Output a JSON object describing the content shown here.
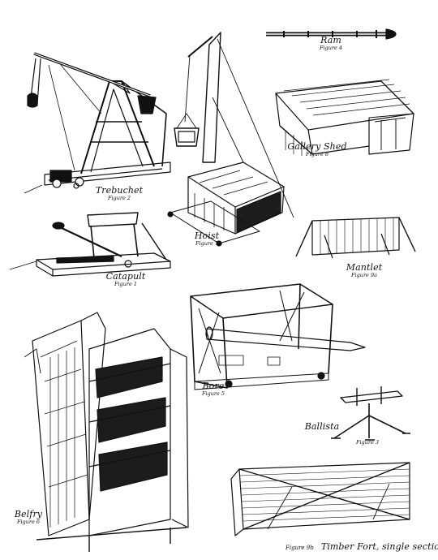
{
  "illustrations": [
    {
      "id": "ram",
      "name": "Ram",
      "figure": "Figure 4"
    },
    {
      "id": "trebuchet",
      "name": "Trebuchet",
      "figure": "Figure 2"
    },
    {
      "id": "hoist",
      "name": "Hoist",
      "figure": "Figure 7"
    },
    {
      "id": "gallery-shed",
      "name": "Gallery Shed",
      "figure": "Figure 8"
    },
    {
      "id": "catapult",
      "name": "Catapult",
      "figure": "Figure 1"
    },
    {
      "id": "mantlet",
      "name": "Mantlet",
      "figure": "Figure 9a"
    },
    {
      "id": "bore",
      "name": "Bore",
      "figure": "Figure 5"
    },
    {
      "id": "ballista",
      "name": "Ballista",
      "figure": "Figure 3"
    },
    {
      "id": "belfry",
      "name": "Belfry",
      "figure": "Figure 6"
    },
    {
      "id": "timber-fort",
      "name": "Timber Fort, single section",
      "figure": "Figure 9b"
    }
  ],
  "colors": {
    "ink": "#111111",
    "paper": "#ffffff",
    "dark_fill": "#1c1c1c"
  }
}
